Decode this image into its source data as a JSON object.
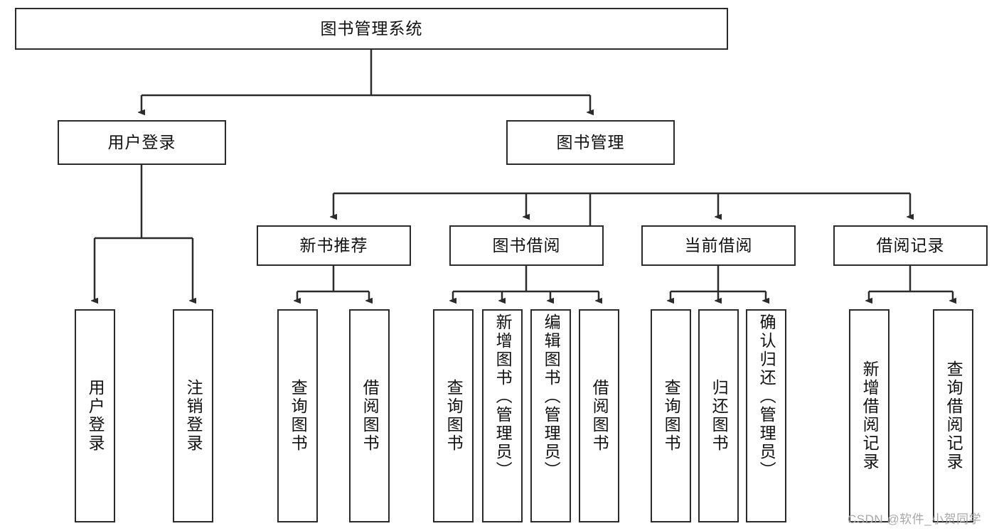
{
  "diagram": {
    "type": "tree-hierarchy-diagram",
    "title": "图书管理系统",
    "root": {
      "label": "图书管理系统"
    },
    "level2": [
      {
        "label": "用户登录"
      },
      {
        "label": "图书管理"
      }
    ],
    "level3": [
      {
        "label": "新书推荐"
      },
      {
        "label": "图书借阅"
      },
      {
        "label": "当前借阅"
      },
      {
        "label": "借阅记录"
      }
    ],
    "leaves": {
      "user_login": [
        {
          "label": "用户登录"
        },
        {
          "label": "注销登录"
        }
      ],
      "new_book_recommend": [
        {
          "label": "查询图书"
        },
        {
          "label": "借阅图书"
        }
      ],
      "book_borrow": [
        {
          "label": "查询图书"
        },
        {
          "label": "新增图书（管理员）"
        },
        {
          "label": "编辑图书（管理员）"
        },
        {
          "label": "借阅图书"
        }
      ],
      "current_borrow": [
        {
          "label": "查询图书"
        },
        {
          "label": "归还图书"
        },
        {
          "label": "确认归还（管理员）"
        }
      ],
      "borrow_record": [
        {
          "label": "新增借阅记录"
        },
        {
          "label": "查询借阅记录"
        }
      ]
    }
  },
  "watermark": {
    "text": "CSDN @软件_小贺同学"
  },
  "colors": {
    "box_border": "#2b2b2b",
    "box_fill": "#ffffff",
    "edge": "#2b2b2b",
    "text": "#111111",
    "watermark": "#a8a8a8",
    "background": "#ffffff"
  }
}
